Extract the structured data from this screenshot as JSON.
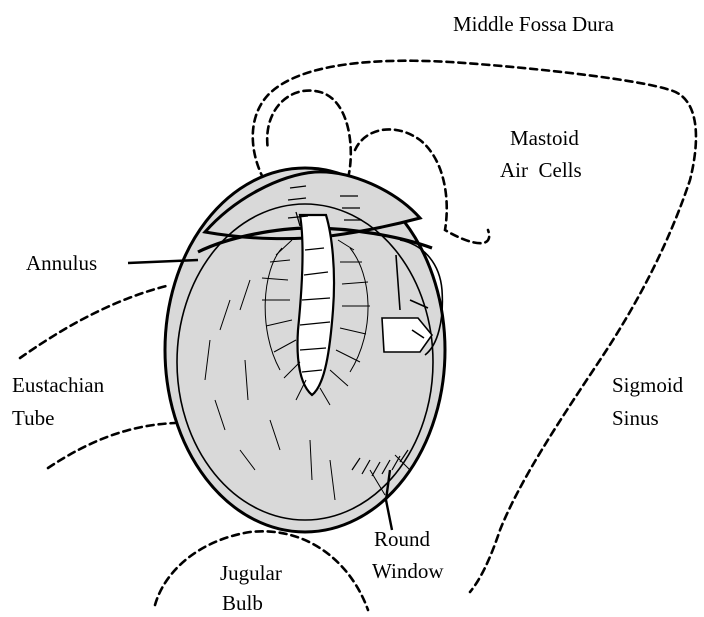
{
  "labels": {
    "middle_fossa_dura": "Middle Fossa Dura",
    "mastoid_line1": "Mastoid",
    "mastoid_line2": "Air  Cells",
    "annulus": "Annulus",
    "eustachian_line1": "Eustachian",
    "eustachian_line2": "Tube",
    "sigmoid_line1": "Sigmoid",
    "sigmoid_line2": "Sinus",
    "round_line1": "Round",
    "round_line2": "Window",
    "jugular_line1": "Jugular",
    "jugular_line2": "Bulb"
  },
  "colors": {
    "ink": "#000000",
    "membrane_fill": "#d9d9d9",
    "background": "#ffffff"
  }
}
